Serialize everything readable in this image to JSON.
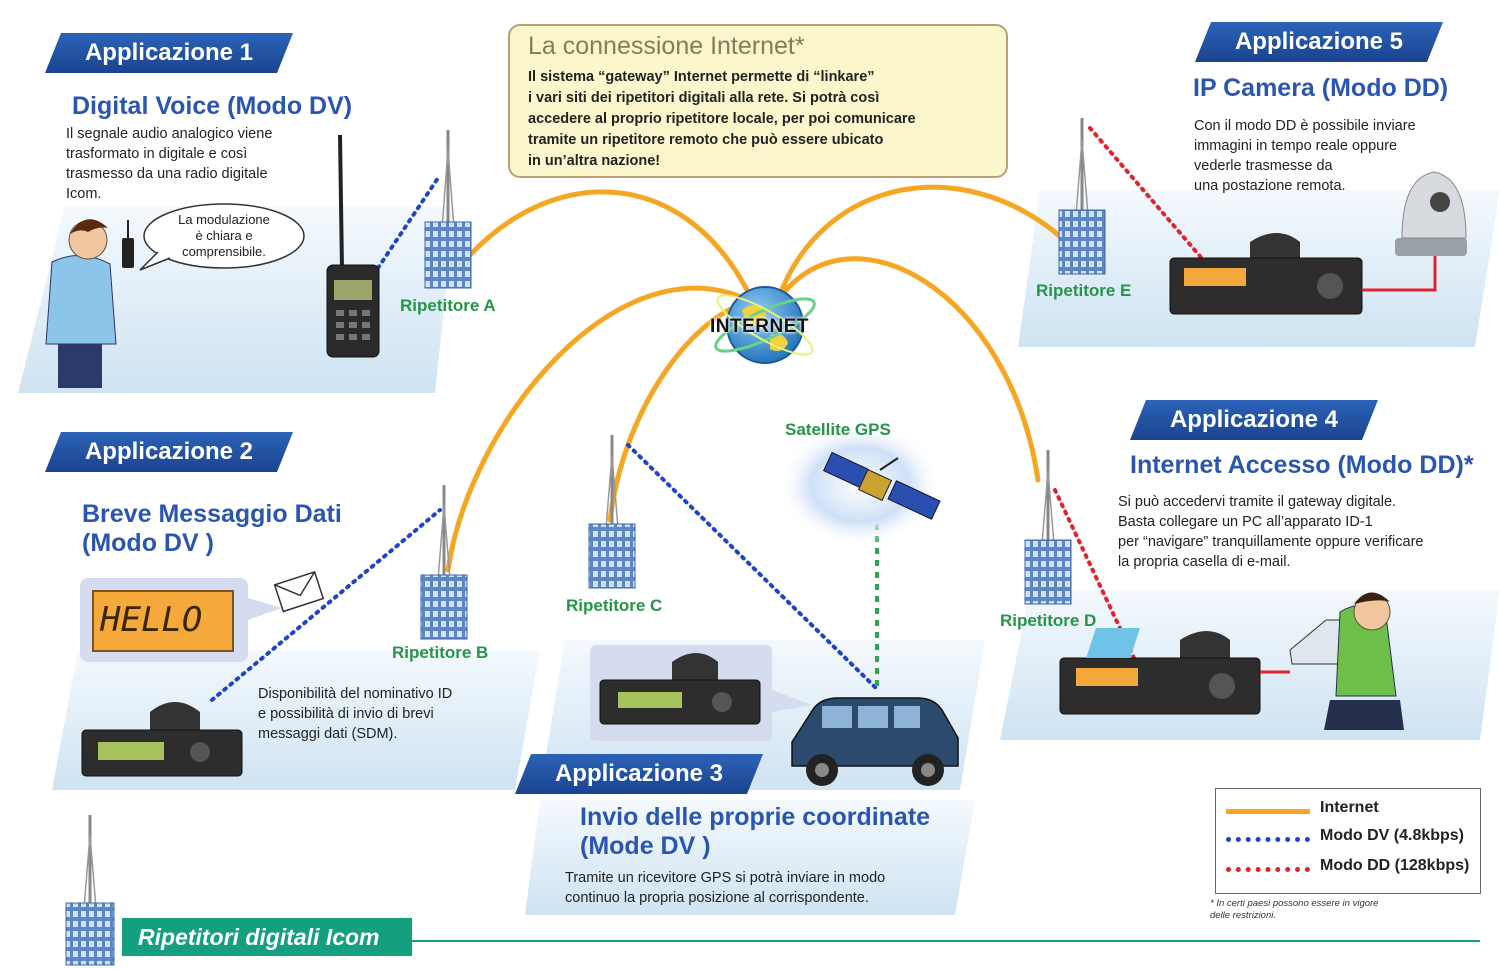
{
  "info_box": {
    "title": "La connessione Internet*",
    "lines": [
      "Il sistema “gateway” Internet permette di “linkare”",
      "i vari siti dei ripetitori digitali alla rete. Si potrà così",
      "accedere al proprio ripetitore locale, per poi comunicare",
      "tramite un ripetitore remoto che può essere ubicato",
      "in un’altra nazione!"
    ]
  },
  "app1": {
    "badge": "Applicazione 1",
    "heading": "Digital Voice (Modo DV)",
    "lines": [
      "Il segnale audio analogico viene",
      "trasformato in digitale e così",
      "trasmesso da una radio digitale",
      "Icom."
    ],
    "bubble": [
      "La modulazione",
      "è chiara e",
      "comprensibile."
    ]
  },
  "app2": {
    "badge": "Applicazione 2",
    "heading_lines": [
      "Breve Messaggio Dati",
      "(Modo DV )"
    ],
    "screen_text": "HELLO",
    "lines": [
      "Disponibilità del nominativo ID",
      "e possibilità di invio di brevi",
      "messaggi dati (SDM)."
    ]
  },
  "app3": {
    "badge": "Applicazione 3",
    "heading_lines": [
      "Invio delle proprie coordinate",
      "(Mode DV )"
    ],
    "lines": [
      "Tramite un ricevitore GPS si potrà inviare in modo",
      "continuo la propria posizione al corrispondente."
    ]
  },
  "app4": {
    "badge": "Applicazione 4",
    "heading": "Internet Accesso (Modo DD)*",
    "lines": [
      "Si può accedervi tramite il gateway digitale.",
      "Basta collegare un PC all’apparato ID-1",
      "per “navigare” tranquillamente oppure verificare",
      "la propria casella di e-mail."
    ]
  },
  "app5": {
    "badge": "Applicazione 5",
    "heading": "IP Camera (Modo DD)",
    "lines": [
      "Con il modo DD è possibile inviare",
      "immagini in tempo reale oppure",
      "vederle trasmesse da",
      "una postazione remota."
    ]
  },
  "repeaters": {
    "a": "Ripetitore A",
    "b": "Ripetitore B",
    "c": "Ripetitore C",
    "d": "Ripetitore D",
    "e": "Ripetitore E"
  },
  "internet_label": "INTERNET",
  "satellite_label": "Satellite GPS",
  "legend": {
    "internet": "Internet",
    "dv": "Modo DV (4.8kbps)",
    "dd": "Modo DD (128kbps)"
  },
  "note": [
    "* In certi paesi possono essere in vigore",
    "delle restrizioni."
  ],
  "footer": "Ripetitori digitali Icom",
  "colors": {
    "badge_blue": "#1f4ea3",
    "heading_blue": "#2a56b0",
    "internet_line": "#f5a623",
    "dv_line": "#1f44c8",
    "dd_line": "#e0232e",
    "repeater_green": "#259548",
    "footer_teal": "#14a07e"
  }
}
